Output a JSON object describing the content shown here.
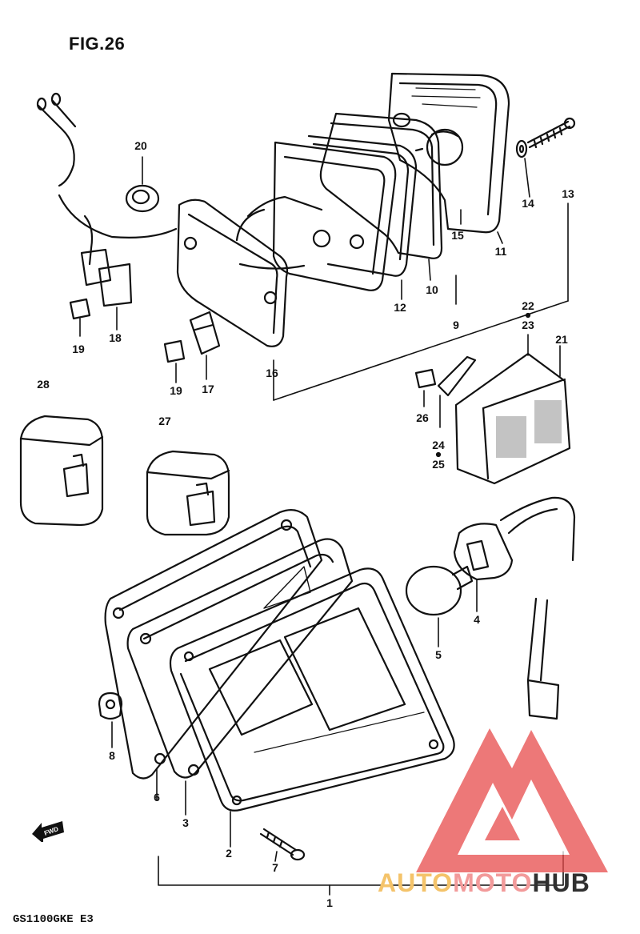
{
  "figure": {
    "title": "FIG.26",
    "model": "GS1100GKE E3"
  },
  "forward_marker": {
    "text": "FWD",
    "icon": "forward-arrow-icon"
  },
  "watermark": {
    "part1": "AUTO",
    "part2": "MOTO",
    "part3": "HUB",
    "colors": {
      "auto": "#f4c36a",
      "moto": "#f29a9a",
      "hub": "#303030",
      "logo": "#e84c4c"
    }
  },
  "callouts": {
    "c1": "1",
    "c2": "2",
    "c3": "3",
    "c4": "4",
    "c5": "5",
    "c6": "6",
    "c7": "7",
    "c8": "8",
    "c9": "9",
    "c10": "10",
    "c11": "11",
    "c12": "12",
    "c13": "13",
    "c14": "14",
    "c15": "15",
    "c16": "16",
    "c17": "17",
    "c18": "18",
    "c19a": "19",
    "c19b": "19",
    "c20": "20",
    "c21": "21",
    "c22": "22",
    "c23": "23",
    "c24": "24",
    "c25": "25",
    "c26": "26",
    "c27": "27",
    "c28": "28"
  }
}
